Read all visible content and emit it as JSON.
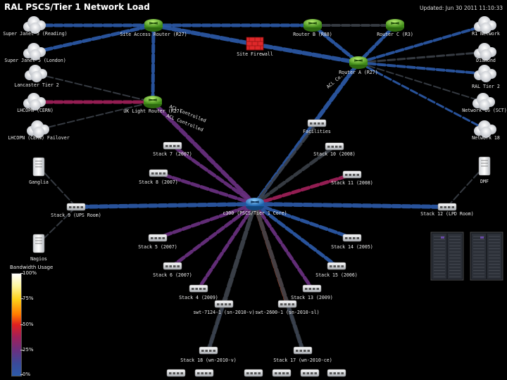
{
  "header": {
    "title": "RAL PSCS/Tier 1 Network Load",
    "updated": "Updated: Jun 30 2011 11:10:33"
  },
  "legend": {
    "title": "Bandwidth Usage",
    "ticks": [
      "100%",
      "75%",
      "50%",
      "25%",
      "0%"
    ]
  },
  "edge_labels": [
    "ACL Controlled",
    "ACL Controlled",
    "ACL Co..."
  ],
  "nodes": [
    {
      "id": "janet_reading",
      "label": "Super Janet 5 (Reading)",
      "kind": "cloud"
    },
    {
      "id": "janet_london",
      "label": "Super Janet 5 (London)",
      "kind": "cloud"
    },
    {
      "id": "lancaster",
      "label": "Lancaster Tier 2",
      "kind": "cloud"
    },
    {
      "id": "lhcopn",
      "label": "LHCOPN (CERN)",
      "kind": "cloud"
    },
    {
      "id": "lhcopn_fail",
      "label": "LHCOPN (CERN) Failover",
      "kind": "cloud"
    },
    {
      "id": "site_access",
      "label": "Site Access Router (R27)",
      "kind": "router"
    },
    {
      "id": "uk_light",
      "label": "UK Light Router (R27)",
      "kind": "router"
    },
    {
      "id": "firewall",
      "label": "Site Firewall",
      "kind": "firewall"
    },
    {
      "id": "router_b",
      "label": "Router B (R88)",
      "kind": "router"
    },
    {
      "id": "router_c",
      "label": "Router C (R3)",
      "kind": "router"
    },
    {
      "id": "router_a",
      "label": "Router A (R27)",
      "kind": "router"
    },
    {
      "id": "r1",
      "label": "R1 Network",
      "kind": "cloud"
    },
    {
      "id": "diamond",
      "label": "Diamond",
      "kind": "cloud"
    },
    {
      "id": "ral_t2",
      "label": "RAL Tier 2",
      "kind": "cloud"
    },
    {
      "id": "net16",
      "label": "Network 16 (SCT)",
      "kind": "cloud"
    },
    {
      "id": "net18",
      "label": "Network 18",
      "kind": "cloud"
    },
    {
      "id": "facilities",
      "label": "Facilities",
      "kind": "switch"
    },
    {
      "id": "stack7",
      "label": "Stack 7 (2007)",
      "kind": "switch"
    },
    {
      "id": "stack8",
      "label": "Stack 8 (2007)",
      "kind": "switch"
    },
    {
      "id": "stack10",
      "label": "Stack 10 (2008)",
      "kind": "switch"
    },
    {
      "id": "stack11",
      "label": "Stack 11 (2008)",
      "kind": "switch"
    },
    {
      "id": "ganglia",
      "label": "Ganglia",
      "kind": "server"
    },
    {
      "id": "stack9",
      "label": "Stack 9 (UPS Room)",
      "kind": "switch"
    },
    {
      "id": "core",
      "label": "c300 (PSCS/Tier 1 Core)",
      "kind": "core"
    },
    {
      "id": "stack12",
      "label": "Stack 12 (LPD Room)",
      "kind": "switch"
    },
    {
      "id": "dmf",
      "label": "DMF",
      "kind": "server"
    },
    {
      "id": "nagios",
      "label": "Nagios",
      "kind": "server"
    },
    {
      "id": "stack5",
      "label": "Stack 5 (2007)",
      "kind": "switch"
    },
    {
      "id": "stack6",
      "label": "Stack 6 (2007)",
      "kind": "switch"
    },
    {
      "id": "stack4",
      "label": "Stack 4 (2009)",
      "kind": "switch"
    },
    {
      "id": "stack13",
      "label": "Stack 13 (2009)",
      "kind": "switch"
    },
    {
      "id": "stack14",
      "label": "Stack 14 (2005)",
      "kind": "switch"
    },
    {
      "id": "stack15",
      "label": "Stack 15 (2006)",
      "kind": "switch"
    },
    {
      "id": "swt7124",
      "label": "swt-7124-1 (sn-2010-v)",
      "kind": "switch"
    },
    {
      "id": "swt2600",
      "label": "swt-2600-1 (sn-2010-sl)",
      "kind": "switch"
    },
    {
      "id": "stack18",
      "label": "Stack 18 (wn-2010-v)",
      "kind": "switch"
    },
    {
      "id": "stack17",
      "label": "Stack 17 (wn-2010-ce)",
      "kind": "switch"
    }
  ],
  "colors": {
    "background": "#000000",
    "low": "#2c5aa8",
    "mid_low": "#6a3080",
    "mid": "#a0205a",
    "high": "#e04a18",
    "idle": "#3a3f47",
    "router": "#6fc431",
    "firewall": "#e0282a"
  },
  "icons": {
    "cloud": "cloud-icon",
    "router": "router-icon",
    "switch": "switch-icon",
    "server": "server-icon",
    "firewall": "firewall-icon",
    "core": "core-switch-icon",
    "storage": "tape-library-icon"
  }
}
